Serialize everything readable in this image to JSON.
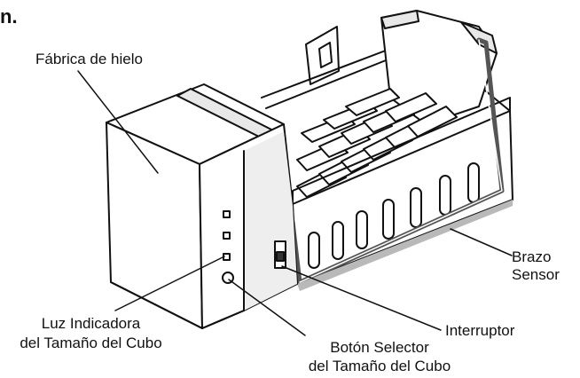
{
  "fragment": "n.",
  "labels": {
    "ice_maker": "Fábrica de hielo",
    "sensor_arm_line1": "Brazo",
    "sensor_arm_line2": "Sensor",
    "indicator_light_line1": "Luz Indicadora",
    "indicator_light_line2": "del Tamaño del Cubo",
    "switch": "Interruptor",
    "selector_button_line1": "Botón Selector",
    "selector_button_line2": "del Tamaño del Cubo"
  },
  "colors": {
    "outline": "#111111",
    "shadow": "#b9b9b9",
    "sensor_arm": "#555555",
    "background": "#ffffff"
  }
}
